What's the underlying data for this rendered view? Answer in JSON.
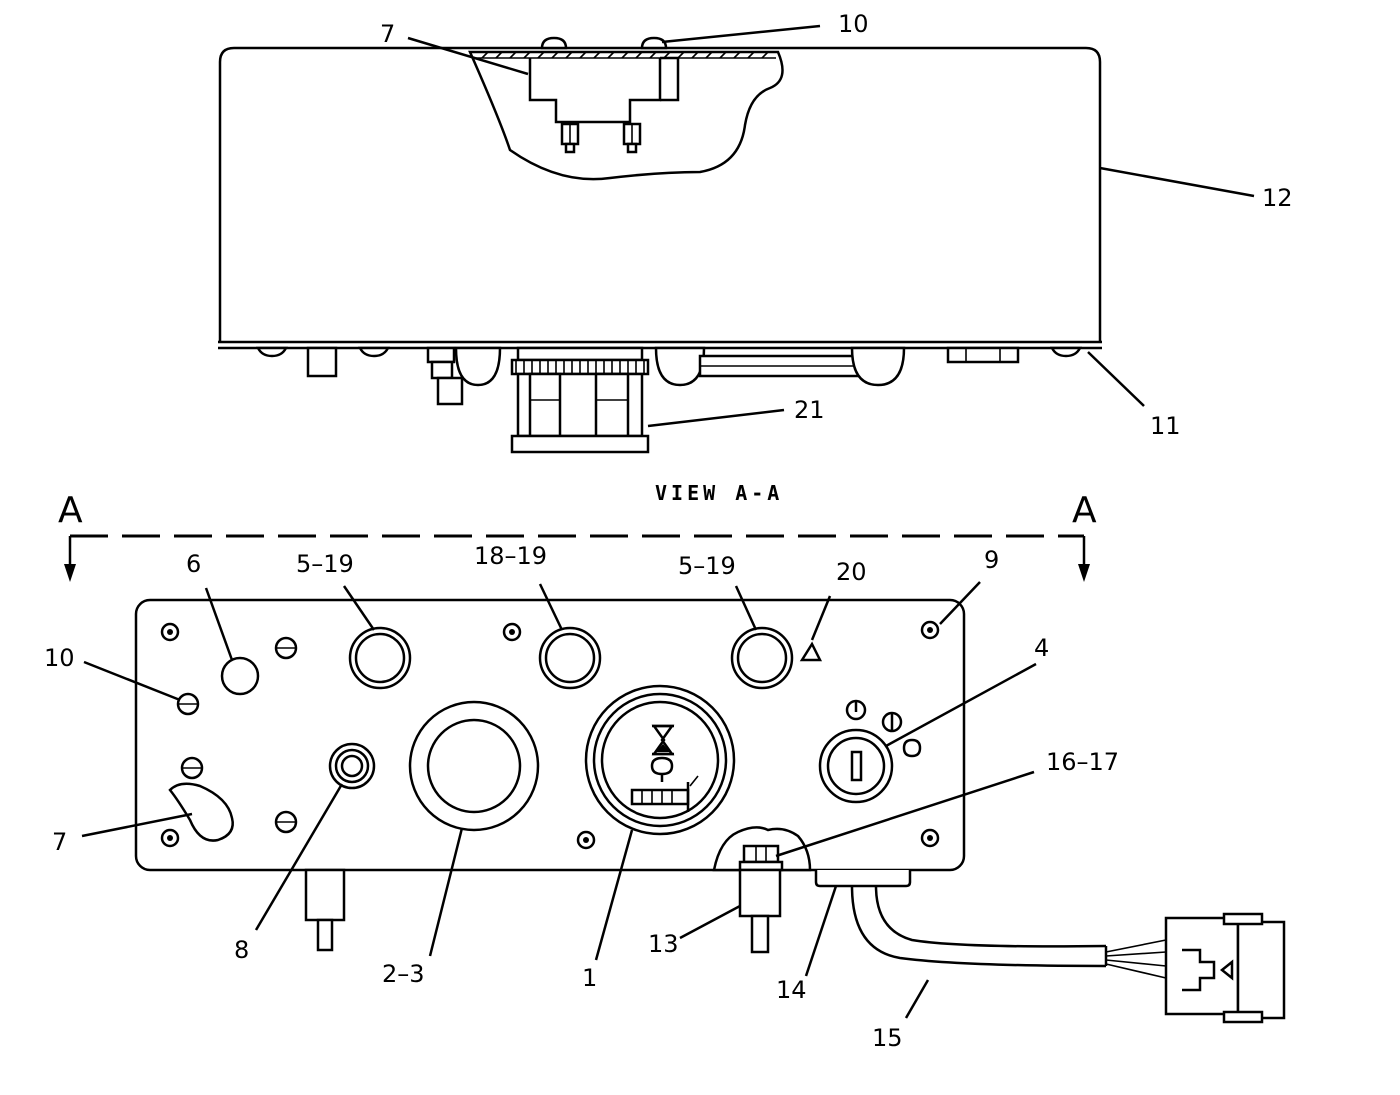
{
  "view_label": "VIEW A-A",
  "section_marks": [
    "A",
    "A"
  ],
  "callouts": {
    "top_7": "7",
    "top_10": "10",
    "top_12": "12",
    "top_11": "11",
    "top_21": "21",
    "front_6": "6",
    "front_5_19_left": "5–19",
    "front_18_19": "18–19",
    "front_5_19_right": "5–19",
    "front_20": "20",
    "front_9": "9",
    "front_10": "10",
    "front_4": "4",
    "front_16_17": "16–17",
    "front_7": "7",
    "front_8": "8",
    "front_2_3": "2–3",
    "front_1": "1",
    "front_13": "13",
    "front_14": "14",
    "front_15": "15"
  }
}
